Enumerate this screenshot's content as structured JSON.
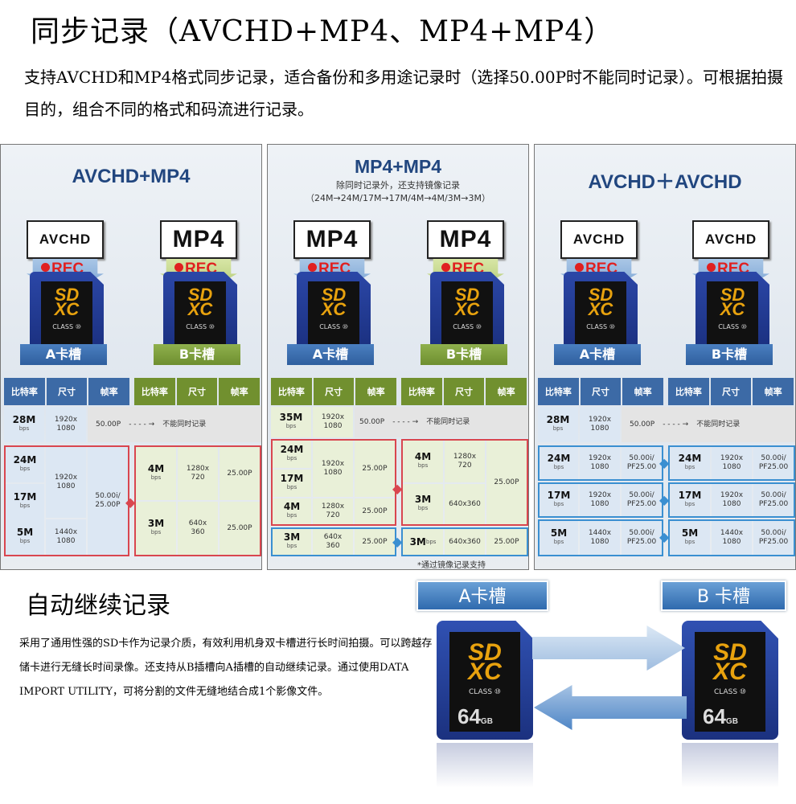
{
  "header": {
    "title": "同步记录（AVCHD+MP4、MP4+MP4）",
    "intro": "支持AVCHD和MP4格式同步记录，适合备份和多用途记录时（选择50.00P时不能同时记录）。可根据拍摄目的，组合不同的格式和码流进行记录。"
  },
  "common": {
    "rec": "REC",
    "sd_logo_top": "SD",
    "sd_logo_bottom": "XC",
    "sd_class": "CLASS ⑩",
    "col_bitrate": "比特率",
    "col_size": "尺寸",
    "col_fps": "帧率",
    "bps": "bps",
    "no_simul": "不能同时记录"
  },
  "panel1": {
    "title": "AVCHD+MP4",
    "fmt_a": "AVCHD",
    "fmt_b": "MP4",
    "slot_a": "A卡槽",
    "slot_b": "B卡槽",
    "r1": {
      "rate": "28M",
      "size": "1920x\n1080",
      "fps": "50.00P"
    },
    "left_rates": [
      "24M",
      "17M",
      "5M"
    ],
    "left_size_1": "1920x\n1080",
    "left_size_2": "1440x\n1080",
    "left_fps": "50.00i/\n25.00P",
    "right": [
      {
        "rate": "4M",
        "size": "1280x\n720",
        "fps": "25.00P"
      },
      {
        "rate": "3M",
        "size": "640x\n360",
        "fps": "25.00P"
      }
    ]
  },
  "panel2": {
    "title": "MP4+MP4",
    "sub1": "除同时记录外，还支持镜像记录",
    "sub2": "（24M→24M/17M→17M/4M→4M/3M→3M）",
    "fmt_a": "MP4",
    "fmt_b": "MP4",
    "slot_a": "A卡槽",
    "slot_b": "B卡槽",
    "r1": {
      "rate": "35M",
      "size": "1920x\n1080",
      "fps": "50.00P"
    },
    "left_rates": [
      "24M",
      "17M"
    ],
    "left_size": "1920x\n1080",
    "left_fps": "25.00P",
    "left_4m": {
      "rate": "4M",
      "size": "1280x\n720",
      "fps": "25.00P"
    },
    "left_3m": {
      "rate": "3M",
      "size": "640x\n360",
      "fps": "25.00P"
    },
    "right_4m": {
      "rate": "4M",
      "size": "1280x\n720"
    },
    "right_3m": {
      "rate": "3M",
      "size": "640x360"
    },
    "right_fps": "25.00P",
    "right_mirror": {
      "rate": "3M",
      "size": "640x360",
      "fps": "25.00P"
    },
    "mirror_note": "*通过镜像记录支持"
  },
  "panel3": {
    "title": "AVCHD＋AVCHD",
    "fmt_a": "AVCHD",
    "fmt_b": "AVCHD",
    "slot_a": "A卡槽",
    "slot_b": "B卡槽",
    "r1": {
      "rate": "28M",
      "size": "1920x\n1080",
      "fps": "50.00P"
    },
    "rows": [
      {
        "rate": "24M",
        "size": "1920x\n1080",
        "fps": "50.00i/\nPF25.00"
      },
      {
        "rate": "17M",
        "size": "1920x\n1080",
        "fps": "50.00i/\nPF25.00"
      },
      {
        "rate": "5M",
        "size": "1440x\n1080",
        "fps": "50.00i/\nPF25.00"
      }
    ]
  },
  "section2": {
    "title": "自动继续记录",
    "text": "采用了通用性强的SD卡作为记录介质，有效利用机身双卡槽进行长时间拍摄。可以跨越存储卡进行无缝长时间录像。还支持从B插槽向A插槽的自动继续记录。通过使用DATA IMPORT UTILITY，可将分割的文件无缝地结合成1个影像文件。",
    "slot_a": "A卡槽",
    "slot_b": "B 卡槽",
    "capacity": "64",
    "capacity_unit": "GB"
  }
}
